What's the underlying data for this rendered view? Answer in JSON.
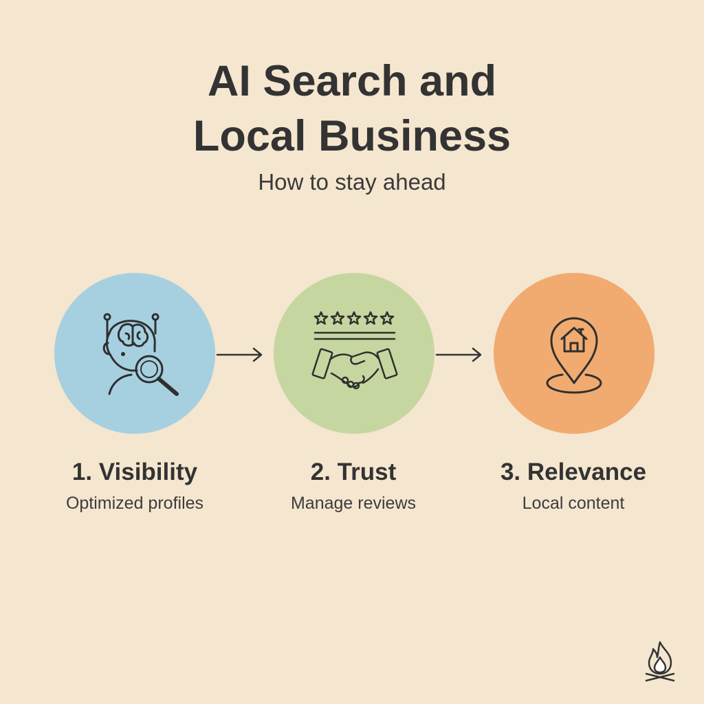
{
  "header": {
    "title_line1": "AI Search and",
    "title_line2": "Local Business",
    "subtitle": "How to stay ahead"
  },
  "steps": [
    {
      "label": "1. Visibility",
      "description": "Optimized profiles",
      "icon": "ai-search-icon",
      "color": "#a6d0e0"
    },
    {
      "label": "2. Trust",
      "description": "Manage reviews",
      "icon": "handshake-reviews-icon",
      "color": "#c6d6a0"
    },
    {
      "label": "3. Relevance",
      "description": "Local content",
      "icon": "location-home-icon",
      "color": "#f1ab70"
    }
  ],
  "colors": {
    "background": "#f5e6cf",
    "text": "#333333"
  },
  "logo_icon": "campfire-logo-icon"
}
